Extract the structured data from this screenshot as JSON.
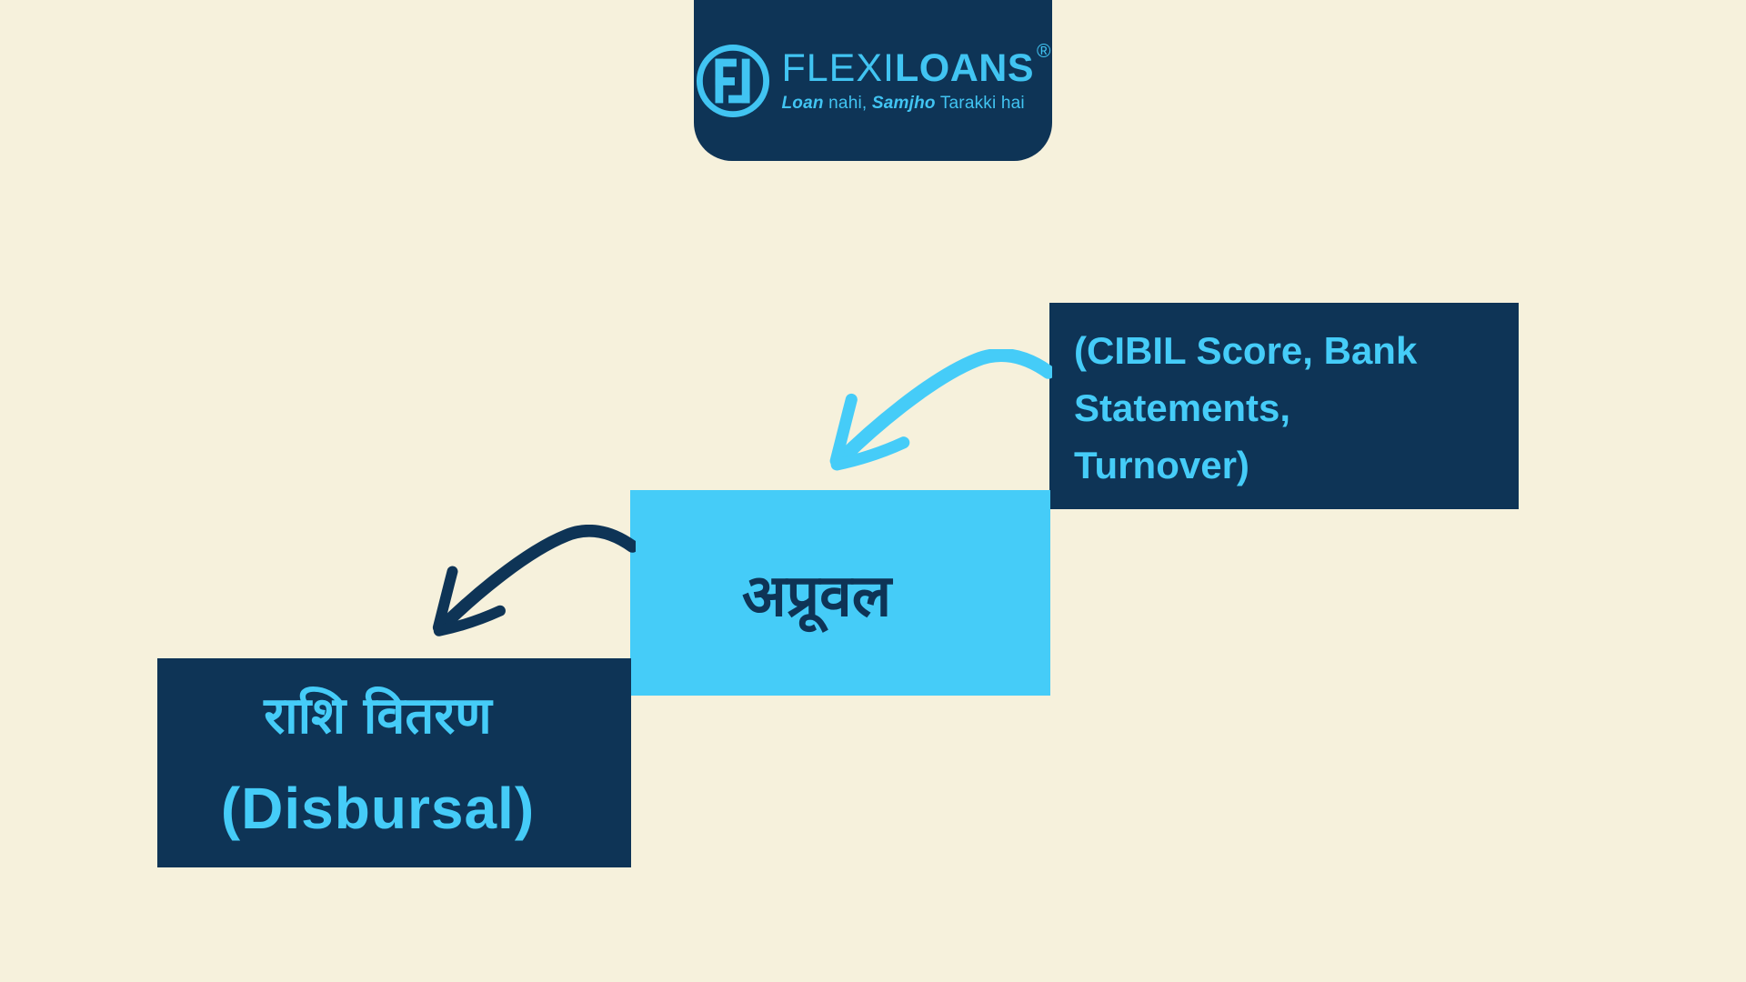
{
  "colors": {
    "background": "#F6F1DC",
    "navy": "#0E3456",
    "light_blue": "#45CCF8",
    "logo_blue": "#41C4F2"
  },
  "logo": {
    "brand_first": "FLEXI",
    "brand_second": "LOANS",
    "registered_mark": "®",
    "tagline_part1": "Loan",
    "tagline_part2": " nahi, ",
    "tagline_part3": "Samjho",
    "tagline_part4": " Tarakki hai",
    "monogram_icon": "FL-monogram-icon"
  },
  "flow": {
    "criteria_box": {
      "line1": "(CIBIL Score, Bank",
      "line2": "Statements,",
      "line3": "Turnover)"
    },
    "approval_box": {
      "label": "अप्रूवल"
    },
    "disbursal_box": {
      "line1": "राशि वितरण",
      "line2": "(Disbursal)"
    }
  }
}
